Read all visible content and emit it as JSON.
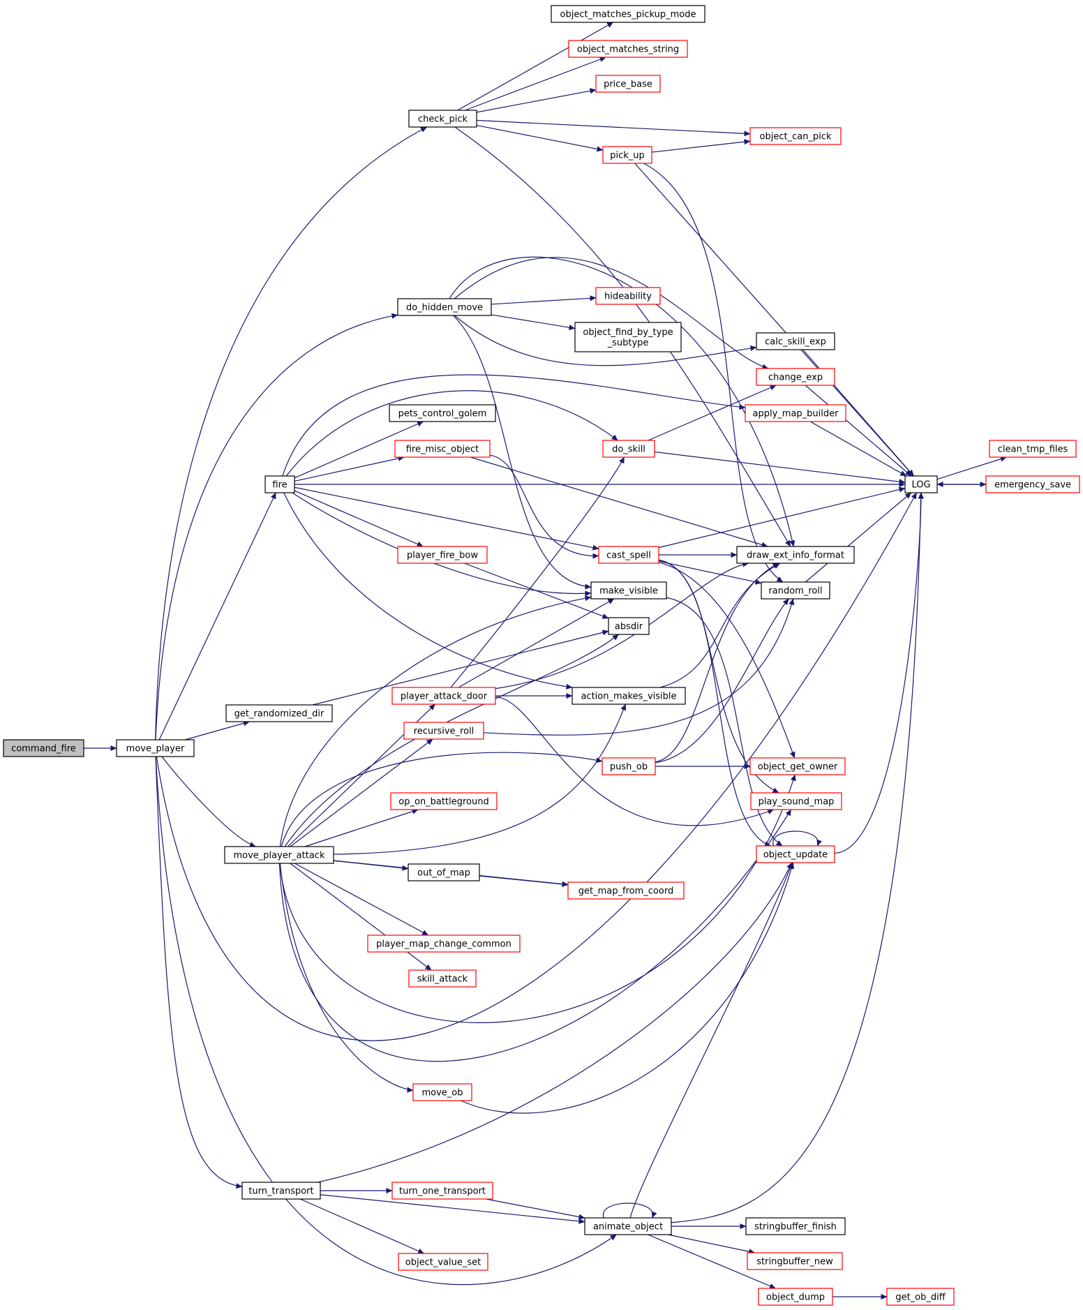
{
  "colors": {
    "edge": "#191970",
    "node_border_black": "#000000",
    "node_border_red": "#ff0000",
    "root_fill": "#bfbfbf",
    "node_fill": "#ffffff"
  },
  "nodes": [
    {
      "id": "command_fire",
      "label": "command_fire",
      "border": "black",
      "root": true
    },
    {
      "id": "move_player",
      "label": "move_player",
      "border": "black"
    },
    {
      "id": "check_pick",
      "label": "check_pick",
      "border": "black"
    },
    {
      "id": "object_matches_pickup_mode",
      "label": "object_matches_pickup_mode",
      "border": "black"
    },
    {
      "id": "object_matches_string",
      "label": "object_matches_string",
      "border": "red"
    },
    {
      "id": "price_base",
      "label": "price_base",
      "border": "red"
    },
    {
      "id": "object_can_pick",
      "label": "object_can_pick",
      "border": "red"
    },
    {
      "id": "pick_up",
      "label": "pick_up",
      "border": "red"
    },
    {
      "id": "do_hidden_move",
      "label": "do_hidden_move",
      "border": "black"
    },
    {
      "id": "hideability",
      "label": "hideability",
      "border": "red"
    },
    {
      "id": "object_find_by_type_subtype",
      "label": [
        "object_find_by_type",
        "_subtype"
      ],
      "border": "black"
    },
    {
      "id": "calc_skill_exp",
      "label": "calc_skill_exp",
      "border": "black"
    },
    {
      "id": "change_exp",
      "label": "change_exp",
      "border": "red"
    },
    {
      "id": "apply_map_builder",
      "label": "apply_map_builder",
      "border": "red"
    },
    {
      "id": "pets_control_golem",
      "label": "pets_control_golem",
      "border": "black"
    },
    {
      "id": "fire",
      "label": "fire",
      "border": "black"
    },
    {
      "id": "fire_misc_object",
      "label": "fire_misc_object",
      "border": "red"
    },
    {
      "id": "do_skill",
      "label": "do_skill",
      "border": "red"
    },
    {
      "id": "LOG",
      "label": "LOG",
      "border": "black"
    },
    {
      "id": "clean_tmp_files",
      "label": "clean_tmp_files",
      "border": "red"
    },
    {
      "id": "emergency_save",
      "label": "emergency_save",
      "border": "red"
    },
    {
      "id": "cast_spell",
      "label": "cast_spell",
      "border": "red"
    },
    {
      "id": "draw_ext_info_format",
      "label": "draw_ext_info_format",
      "border": "black"
    },
    {
      "id": "player_fire_bow",
      "label": "player_fire_bow",
      "border": "red"
    },
    {
      "id": "make_visible",
      "label": "make_visible",
      "border": "black"
    },
    {
      "id": "random_roll",
      "label": "random_roll",
      "border": "black"
    },
    {
      "id": "absdir",
      "label": "absdir",
      "border": "black"
    },
    {
      "id": "get_randomized_dir",
      "label": "get_randomized_dir",
      "border": "black"
    },
    {
      "id": "player_attack_door",
      "label": "player_attack_door",
      "border": "red"
    },
    {
      "id": "action_makes_visible",
      "label": "action_makes_visible",
      "border": "black"
    },
    {
      "id": "recursive_roll",
      "label": "recursive_roll",
      "border": "red"
    },
    {
      "id": "push_ob",
      "label": "push_ob",
      "border": "red"
    },
    {
      "id": "object_get_owner",
      "label": "object_get_owner",
      "border": "red"
    },
    {
      "id": "op_on_battleground",
      "label": "op_on_battleground",
      "border": "red"
    },
    {
      "id": "play_sound_map",
      "label": "play_sound_map",
      "border": "red"
    },
    {
      "id": "move_player_attack",
      "label": "move_player_attack",
      "border": "black"
    },
    {
      "id": "object_update",
      "label": "object_update",
      "border": "red"
    },
    {
      "id": "out_of_map",
      "label": "out_of_map",
      "border": "black"
    },
    {
      "id": "get_map_from_coord",
      "label": "get_map_from_coord",
      "border": "red"
    },
    {
      "id": "player_map_change_common",
      "label": "player_map_change_common",
      "border": "red"
    },
    {
      "id": "skill_attack",
      "label": "skill_attack",
      "border": "red"
    },
    {
      "id": "move_ob",
      "label": "move_ob",
      "border": "red"
    },
    {
      "id": "turn_transport",
      "label": "turn_transport",
      "border": "black"
    },
    {
      "id": "turn_one_transport",
      "label": "turn_one_transport",
      "border": "red"
    },
    {
      "id": "animate_object",
      "label": "animate_object",
      "border": "black"
    },
    {
      "id": "stringbuffer_finish",
      "label": "stringbuffer_finish",
      "border": "black"
    },
    {
      "id": "stringbuffer_new",
      "label": "stringbuffer_new",
      "border": "red"
    },
    {
      "id": "object_value_set",
      "label": "object_value_set",
      "border": "red"
    },
    {
      "id": "object_dump",
      "label": "object_dump",
      "border": "red"
    },
    {
      "id": "get_ob_diff",
      "label": "get_ob_diff",
      "border": "red"
    }
  ],
  "edges": [
    [
      "command_fire",
      "move_player"
    ],
    [
      "move_player",
      "check_pick"
    ],
    [
      "move_player",
      "do_hidden_move"
    ],
    [
      "move_player",
      "fire"
    ],
    [
      "move_player",
      "get_randomized_dir"
    ],
    [
      "move_player",
      "move_player_attack"
    ],
    [
      "move_player",
      "turn_transport"
    ],
    [
      "move_player",
      "LOG"
    ],
    [
      "move_player",
      "animate_object"
    ],
    [
      "check_pick",
      "object_matches_pickup_mode"
    ],
    [
      "check_pick",
      "object_matches_string"
    ],
    [
      "check_pick",
      "price_base"
    ],
    [
      "check_pick",
      "object_can_pick"
    ],
    [
      "check_pick",
      "pick_up"
    ],
    [
      "check_pick",
      "draw_ext_info_format"
    ],
    [
      "pick_up",
      "object_can_pick"
    ],
    [
      "pick_up",
      "LOG"
    ],
    [
      "pick_up",
      "random_roll"
    ],
    [
      "do_hidden_move",
      "hideability"
    ],
    [
      "do_hidden_move",
      "object_find_by_type_subtype"
    ],
    [
      "do_hidden_move",
      "calc_skill_exp"
    ],
    [
      "do_hidden_move",
      "change_exp"
    ],
    [
      "do_hidden_move",
      "draw_ext_info_format"
    ],
    [
      "do_hidden_move",
      "make_visible"
    ],
    [
      "calc_skill_exp",
      "LOG"
    ],
    [
      "change_exp",
      "LOG"
    ],
    [
      "apply_map_builder",
      "LOG"
    ],
    [
      "fire",
      "pets_control_golem"
    ],
    [
      "fire",
      "fire_misc_object"
    ],
    [
      "fire",
      "do_skill"
    ],
    [
      "fire",
      "apply_map_builder"
    ],
    [
      "fire",
      "LOG"
    ],
    [
      "fire",
      "cast_spell"
    ],
    [
      "fire",
      "player_fire_bow"
    ],
    [
      "fire",
      "make_visible"
    ],
    [
      "fire",
      "action_makes_visible"
    ],
    [
      "fire_misc_object",
      "cast_spell"
    ],
    [
      "fire_misc_object",
      "draw_ext_info_format"
    ],
    [
      "do_skill",
      "change_exp"
    ],
    [
      "do_skill",
      "LOG"
    ],
    [
      "LOG",
      "clean_tmp_files"
    ],
    [
      "LOG",
      "emergency_save"
    ],
    [
      "emergency_save",
      "LOG"
    ],
    [
      "cast_spell",
      "LOG"
    ],
    [
      "cast_spell",
      "draw_ext_info_format"
    ],
    [
      "cast_spell",
      "random_roll"
    ],
    [
      "cast_spell",
      "object_get_owner"
    ],
    [
      "cast_spell",
      "play_sound_map"
    ],
    [
      "cast_spell",
      "object_update"
    ],
    [
      "random_roll",
      "LOG"
    ],
    [
      "player_fire_bow",
      "absdir"
    ],
    [
      "make_visible",
      "object_update"
    ],
    [
      "get_randomized_dir",
      "absdir"
    ],
    [
      "player_attack_door",
      "do_skill"
    ],
    [
      "player_attack_door",
      "make_visible"
    ],
    [
      "player_attack_door",
      "action_makes_visible"
    ],
    [
      "player_attack_door",
      "draw_ext_info_format"
    ],
    [
      "player_attack_door",
      "play_sound_map"
    ],
    [
      "action_makes_visible",
      "draw_ext_info_format"
    ],
    [
      "recursive_roll",
      "random_roll"
    ],
    [
      "push_ob",
      "object_get_owner"
    ],
    [
      "push_ob",
      "draw_ext_info_format"
    ],
    [
      "push_ob",
      "random_roll"
    ],
    [
      "object_update",
      "object_update"
    ],
    [
      "object_update",
      "LOG"
    ],
    [
      "move_player_attack",
      "player_attack_door"
    ],
    [
      "move_player_attack",
      "recursive_roll"
    ],
    [
      "move_player_attack",
      "push_ob"
    ],
    [
      "move_player_attack",
      "op_on_battleground"
    ],
    [
      "move_player_attack",
      "out_of_map"
    ],
    [
      "move_player_attack",
      "get_map_from_coord"
    ],
    [
      "move_player_attack",
      "player_map_change_common"
    ],
    [
      "move_player_attack",
      "skill_attack"
    ],
    [
      "move_player_attack",
      "move_ob"
    ],
    [
      "move_player_attack",
      "make_visible"
    ],
    [
      "move_player_attack",
      "absdir"
    ],
    [
      "move_player_attack",
      "action_makes_visible"
    ],
    [
      "move_player_attack",
      "play_sound_map"
    ],
    [
      "move_player_attack",
      "object_get_owner"
    ],
    [
      "out_of_map",
      "get_map_from_coord"
    ],
    [
      "move_ob",
      "object_update"
    ],
    [
      "turn_transport",
      "turn_one_transport"
    ],
    [
      "turn_transport",
      "animate_object"
    ],
    [
      "turn_transport",
      "object_value_set"
    ],
    [
      "turn_transport",
      "object_update"
    ],
    [
      "turn_one_transport",
      "animate_object"
    ],
    [
      "animate_object",
      "animate_object"
    ],
    [
      "animate_object",
      "stringbuffer_finish"
    ],
    [
      "animate_object",
      "stringbuffer_new"
    ],
    [
      "animate_object",
      "object_dump"
    ],
    [
      "animate_object",
      "LOG"
    ],
    [
      "animate_object",
      "object_update"
    ],
    [
      "object_dump",
      "get_ob_diff"
    ]
  ]
}
